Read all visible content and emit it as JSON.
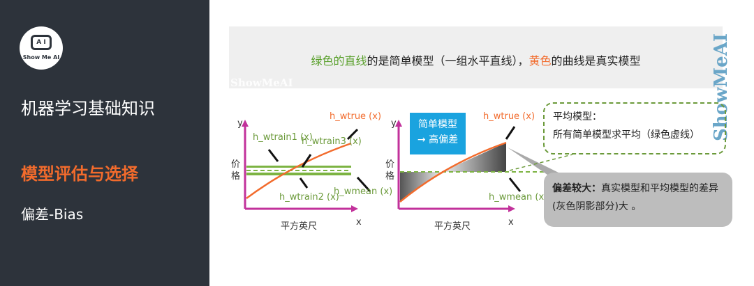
{
  "sidebar": {
    "logo_text": "Show Me AI",
    "logo_face": "A I",
    "title": "机器学习基础知识",
    "section": "模型评估与选择",
    "subsection": "偏差-Bias"
  },
  "slide": {
    "headline": {
      "green": "绿色的直线",
      "mid": "的是简单模型（一组水平直线），",
      "orange": "黄色",
      "end": "的曲线是真实模型"
    },
    "watermark": "ShowMeAI",
    "left_chart": {
      "y": "y",
      "x": "x",
      "ylabel": "价格",
      "xlabel": "平方英尺",
      "labels": {
        "true": "h_wtrue (x)",
        "train1": "h_wtrain1 (x)",
        "train3": "h_wtrain3 (x)",
        "train2": "h_wtrain2 (x)",
        "mean": "h_wmean (x)"
      }
    },
    "right_chart": {
      "y": "y",
      "x": "x",
      "ylabel": "价格",
      "xlabel": "平方英尺",
      "labels": {
        "true": "h_wtrue (x)",
        "mean": "h_wmean (x)"
      },
      "callout": [
        "简单模型",
        "→ 高偏差"
      ]
    },
    "avg_box": {
      "title": "平均模型：",
      "text": "所有简单模型求平均（绿色虚线）"
    },
    "bias_box": {
      "title": "偏差较大：",
      "text": "真实模型和平均模型的差异(灰色阴影部分)大 。"
    }
  },
  "colors": {
    "sidebar": "#2d333b",
    "accent": "#f26b2c",
    "green": "#5aa02c",
    "axis": "#c2319b"
  }
}
